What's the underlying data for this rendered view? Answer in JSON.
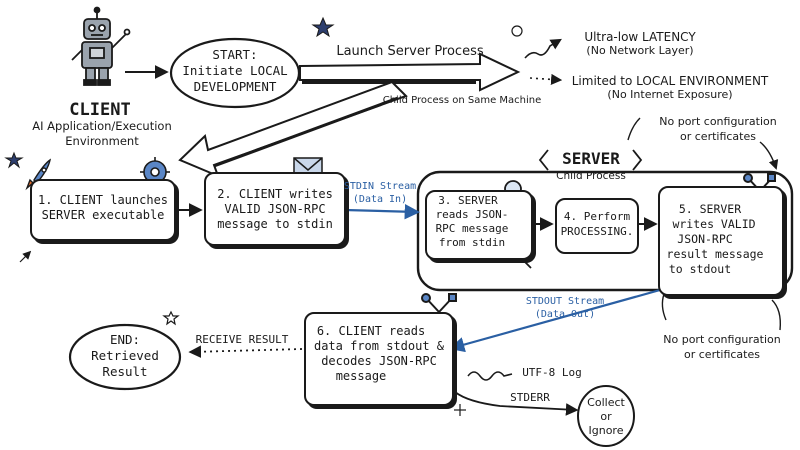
{
  "client": {
    "title": "CLIENT",
    "subtitle_1": "AI Application/Execution",
    "subtitle_2": "Environment"
  },
  "start": {
    "line1": "START:",
    "line2": "Initiate LOCAL",
    "line3": "DEVELOPMENT"
  },
  "launch": {
    "label": "Launch Server Process",
    "sub": "Child Process on Same Machine"
  },
  "latency": {
    "line1": "Ultra-low LATENCY",
    "line2": "(No Network Layer)"
  },
  "env": {
    "line1": "Limited to LOCAL ENVIRONMENT",
    "line2": "(No Internet Exposure)"
  },
  "server": {
    "title": "SERVER",
    "sub": "Child Process"
  },
  "notes": {
    "top_1": "No port configuration",
    "top_2": "or certificates",
    "bottom_1": "No port configuration",
    "bottom_2": "or certificates"
  },
  "steps": {
    "s1_1": "1. CLIENT launches",
    "s1_2": "SERVER executable",
    "s2_1": "2. CLIENT writes",
    "s2_2": "VALID JSON-RPC",
    "s2_3": "message to stdin",
    "s3_1": "3. SERVER",
    "s3_2": "reads JSON-",
    "s3_3": "RPC message",
    "s3_4": "from stdin",
    "s4_1": "4. Perform",
    "s4_2": "PROCESSING.",
    "s5_1": "5. SERVER",
    "s5_2": "writes VALID",
    "s5_3": "JSON-RPC",
    "s5_4": "result message",
    "s5_5": "to stdout",
    "s6_1": "6. CLIENT reads",
    "s6_2": "data from stdout &",
    "s6_3": "decodes JSON-RPC",
    "s6_4": "message"
  },
  "streams": {
    "stdin_1": "STDIN Stream",
    "stdin_2": "(Data In)",
    "stdout_1": "STDOUT Stream",
    "stdout_2": "(Data Out)"
  },
  "end": {
    "line1": "END:",
    "line2": "Retrieved",
    "line3": "Result"
  },
  "receive": "RECEIVE RESULT",
  "log": "UTF-8 Log",
  "stderr": "STDERR",
  "collect": {
    "line1": "Collect",
    "line2": "or",
    "line3": "Ignore"
  },
  "icons": [
    "robot-icon",
    "star-icon",
    "rocket-icon",
    "gear-icon",
    "envelope-icon",
    "magnifier-icon",
    "tools-icon",
    "document-icon"
  ],
  "colors": {
    "ink": "#1a1a1a",
    "stream_arrow": "#2a5fa3",
    "robot": "#9aa3ad"
  }
}
